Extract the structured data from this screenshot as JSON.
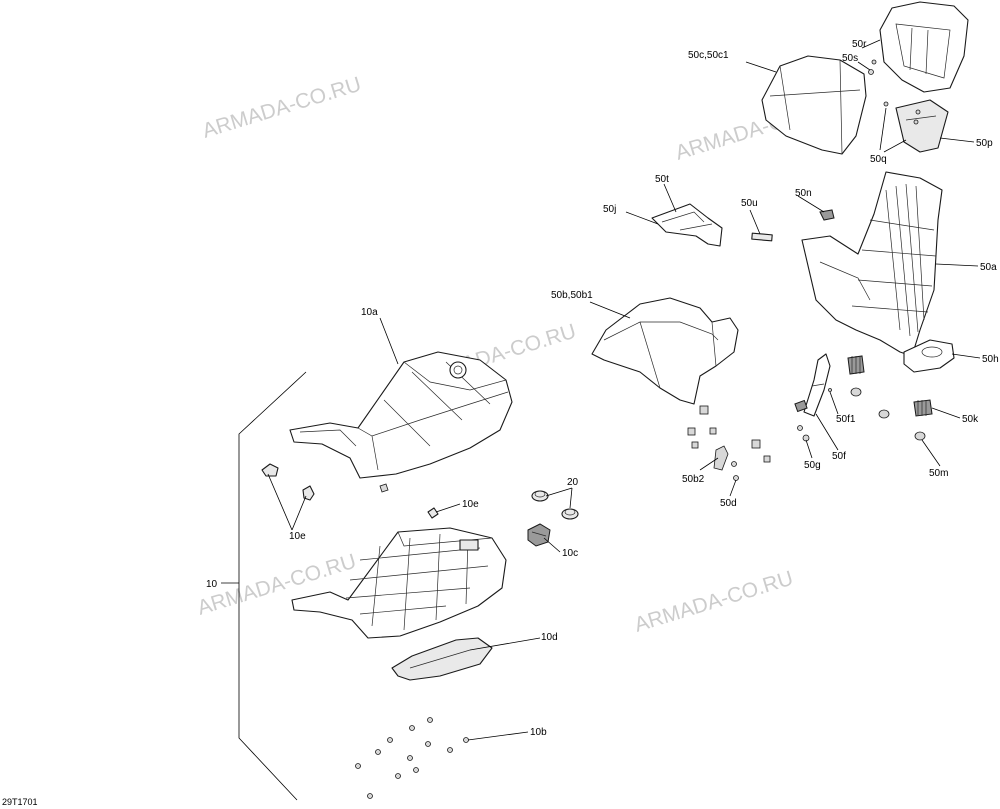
{
  "drawing_id": "29T1701",
  "watermark": "ARMADA-CO.RU",
  "callouts": {
    "c_10": "10",
    "c_10a": "10a",
    "c_10b": "10b",
    "c_10c": "10c",
    "c_10d": "10d",
    "c_10e_a": "10e",
    "c_10e_b": "10e",
    "c_20": "20",
    "c_50a": "50a",
    "c_50b": "50b,50b1",
    "c_50b2": "50b2",
    "c_50c": "50c,50c1",
    "c_50d": "50d",
    "c_50f": "50f",
    "c_50f1": "50f1",
    "c_50g": "50g",
    "c_50h": "50h",
    "c_50j": "50j",
    "c_50k": "50k",
    "c_50m": "50m",
    "c_50n": "50n",
    "c_50p": "50p",
    "c_50q": "50q",
    "c_50r": "50r",
    "c_50s": "50s",
    "c_50t": "50t",
    "c_50u": "50u"
  }
}
